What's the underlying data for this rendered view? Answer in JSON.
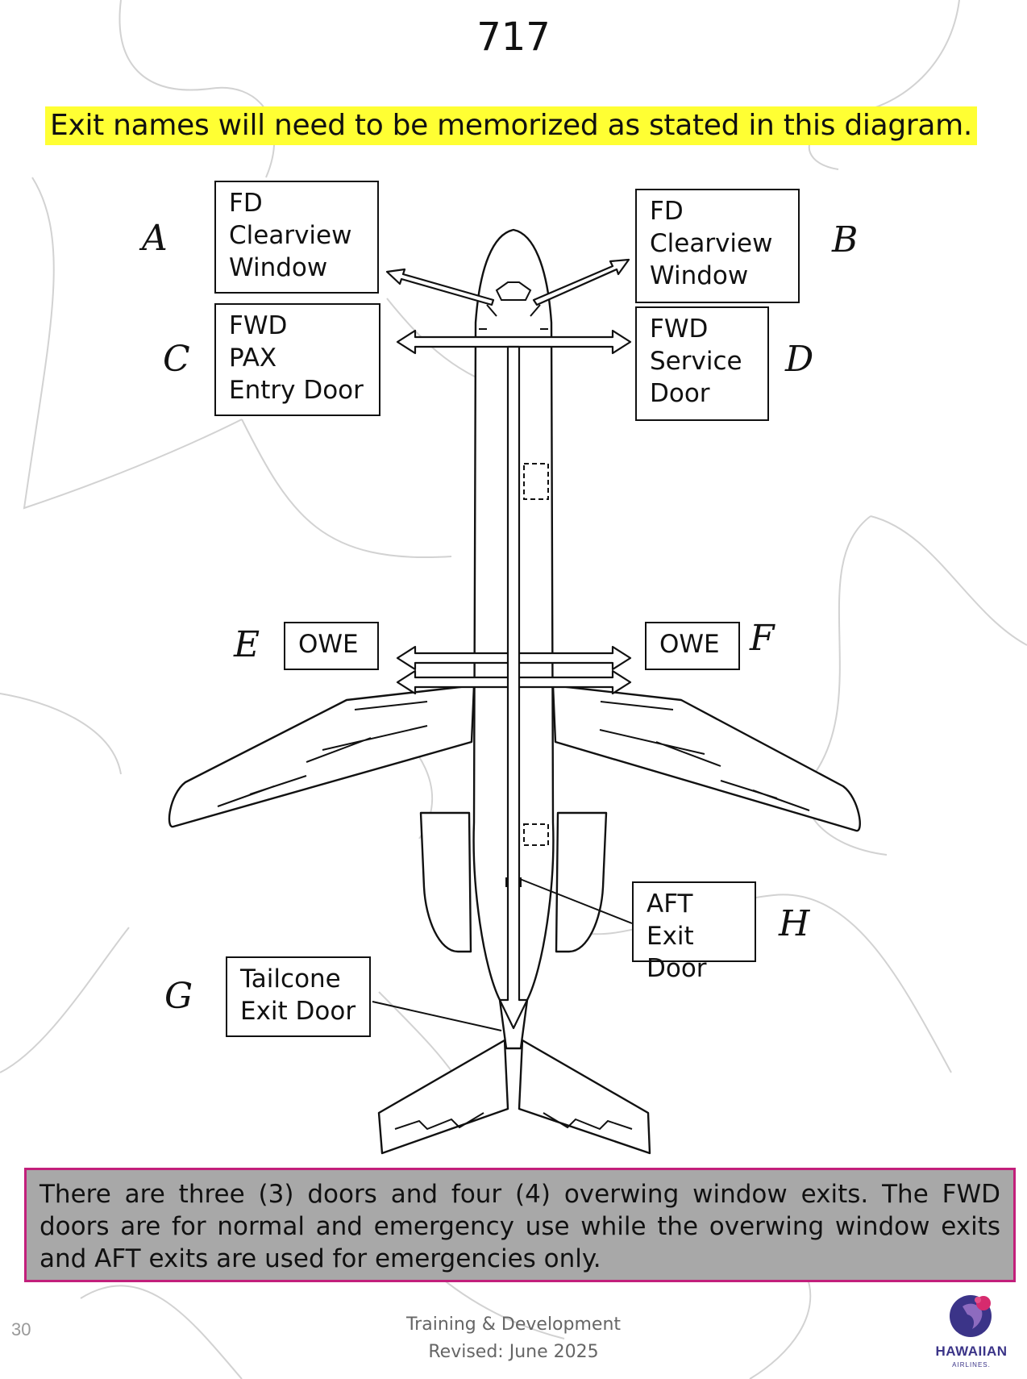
{
  "page": {
    "title": "717",
    "subtitle": "Exit names will need to be memorized as stated in this diagram.",
    "page_number": "30"
  },
  "exits": [
    {
      "letter": "A",
      "label": "FD\nClearview\nWindow"
    },
    {
      "letter": "B",
      "label": "FD\nClearview\nWindow"
    },
    {
      "letter": "C",
      "label": "FWD\nPAX\nEntry Door"
    },
    {
      "letter": "D",
      "label": "FWD\nService\nDoor"
    },
    {
      "letter": "E",
      "label": "OWE"
    },
    {
      "letter": "F",
      "label": "OWE"
    },
    {
      "letter": "G",
      "label": "Tailcone\nExit Door"
    },
    {
      "letter": "H",
      "label": "AFT Exit\nDoor"
    }
  ],
  "info": {
    "text": "There are three (3) doors and four (4) overwing window exits.  The FWD doors are for normal and emergency use while the overwing window exits and AFT exits are used for emergencies only."
  },
  "footer": {
    "line1": "Training & Development",
    "line2": "Revised: June 2025"
  },
  "logo": {
    "name": "HAWAIIAN",
    "sub": "AIRLINES.",
    "icon": "hawaiian-airlines-logo-icon",
    "colors": {
      "primary": "#3b3488",
      "accent": "#d62b6e"
    }
  },
  "colors": {
    "highlight": "#ffff33",
    "info_border": "#c21f7b",
    "info_fill": "#a8a8a8"
  }
}
